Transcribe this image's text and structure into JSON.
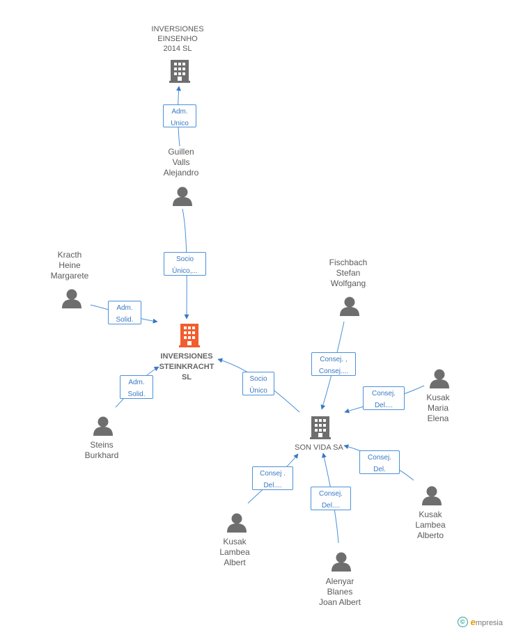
{
  "colors": {
    "edge": "#4a90d9",
    "node": "#6e6e6e",
    "highlight": "#f25c2e"
  },
  "nodes": {
    "einsenho": {
      "label": [
        "INVERSIONES",
        "EINSENHO",
        "2014  SL"
      ],
      "kind": "company"
    },
    "guillen": {
      "label": [
        "Guillen",
        "Valls",
        "Alejandro"
      ],
      "kind": "person"
    },
    "kracth": {
      "label": [
        "Kracth",
        "Heine",
        "Margarete"
      ],
      "kind": "person"
    },
    "steinkracht": {
      "label": [
        "INVERSIONES",
        "STEINKRACHT",
        "SL"
      ],
      "kind": "company-main"
    },
    "steins": {
      "label": [
        "Steins",
        "Burkhard"
      ],
      "kind": "person"
    },
    "fischbach": {
      "label": [
        "Fischbach",
        "Stefan",
        "Wolfgang"
      ],
      "kind": "person"
    },
    "kusak_maria": {
      "label": [
        "Kusak",
        "Maria",
        "Elena"
      ],
      "kind": "person"
    },
    "sonvida": {
      "label": [
        "SON VIDA SA"
      ],
      "kind": "company"
    },
    "kusak_alberto": {
      "label": [
        "Kusak",
        "Lambea",
        "Alberto"
      ],
      "kind": "person"
    },
    "kusak_albert": {
      "label": [
        "Kusak",
        "Lambea",
        "Albert"
      ],
      "kind": "person"
    },
    "alenyar": {
      "label": [
        "Alenyar",
        "Blanes",
        "Joan Albert"
      ],
      "kind": "person"
    }
  },
  "edges": [
    {
      "id": "guillen-einsenho",
      "label": [
        "Adm.",
        "Unico"
      ]
    },
    {
      "id": "guillen-steinkracht",
      "label": [
        "Socio",
        "Único,..."
      ]
    },
    {
      "id": "kracth-steinkracht",
      "label": [
        "Adm.",
        "Solid."
      ]
    },
    {
      "id": "steins-steinkracht",
      "label": [
        "Adm.",
        "Solid."
      ]
    },
    {
      "id": "sonvida-steinkracht",
      "label": [
        "Socio",
        "Único"
      ]
    },
    {
      "id": "fischbach-sonvida",
      "label": [
        "Consej. ,",
        "Consej...."
      ]
    },
    {
      "id": "kusakmaria-sonvida",
      "label": [
        "Consej.",
        "Del...."
      ]
    },
    {
      "id": "kusakalberto-sonvida",
      "label": [
        "Consej.",
        "Del."
      ]
    },
    {
      "id": "kusakalbert-sonvida",
      "label": [
        "Consej .",
        "Del...."
      ]
    },
    {
      "id": "alenyar-sonvida",
      "label": [
        "Consej.",
        "Del...."
      ]
    }
  ],
  "brand": {
    "copyright": "©",
    "name_initial": "e",
    "name_rest": "mpresia"
  }
}
